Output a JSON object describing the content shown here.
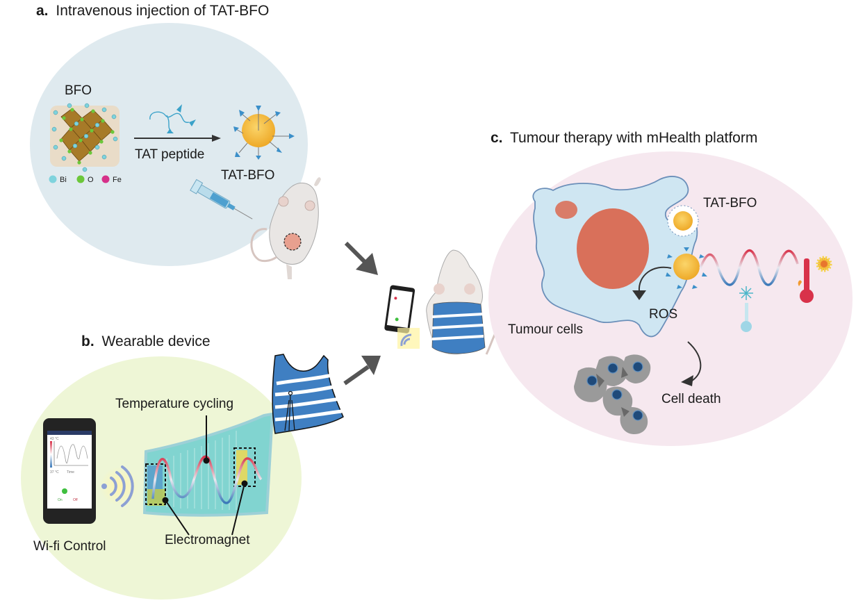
{
  "figure": {
    "panels": {
      "a": {
        "letter": "a.",
        "title": "Intravenous injection of TAT-BFO",
        "bg_color": "#dfeaef",
        "crystal_label": "BFO",
        "legend": [
          {
            "symbol": "Bi",
            "color": "#7fd3dd"
          },
          {
            "symbol": "O",
            "color": "#6cc73a"
          },
          {
            "symbol": "Fe",
            "color": "#d6318a"
          }
        ],
        "reaction_label": "TAT peptide",
        "product_label": "TAT-BFO"
      },
      "b": {
        "letter": "b.",
        "title": "Wearable device",
        "bg_color": "#eef6d6",
        "wifi_label": "Wi-fi Control",
        "temperature_label": "Temperature cycling",
        "electromagnet_label": "Electromagnet",
        "phone_screen": {
          "max_temp": "43 °C",
          "min_temp": "37 °C",
          "x_axis": "Time",
          "on_label": "On",
          "off_label": "Off"
        }
      },
      "c": {
        "letter": "c.",
        "title": "Tumour therapy with mHealth platform",
        "bg_color": "#f6e8ef",
        "nanoparticle_label": "TAT-BFO",
        "ros_label": "ROS",
        "tumour_label": "Tumour cells",
        "death_label": "Cell death"
      }
    },
    "colors": {
      "arrow": "#555555",
      "nanoparticle": "#f2b83b",
      "peptide": "#3b8fc9",
      "nucleus": "#d9705a",
      "cell": "#cfe6f2",
      "vest_blue": "#3f7fc2",
      "wave_hot": "#d8324a",
      "wave_cold": "#3a78b8",
      "dead_cell": "#9a9a9a",
      "dead_nucleus": "#1f4a7a"
    }
  }
}
